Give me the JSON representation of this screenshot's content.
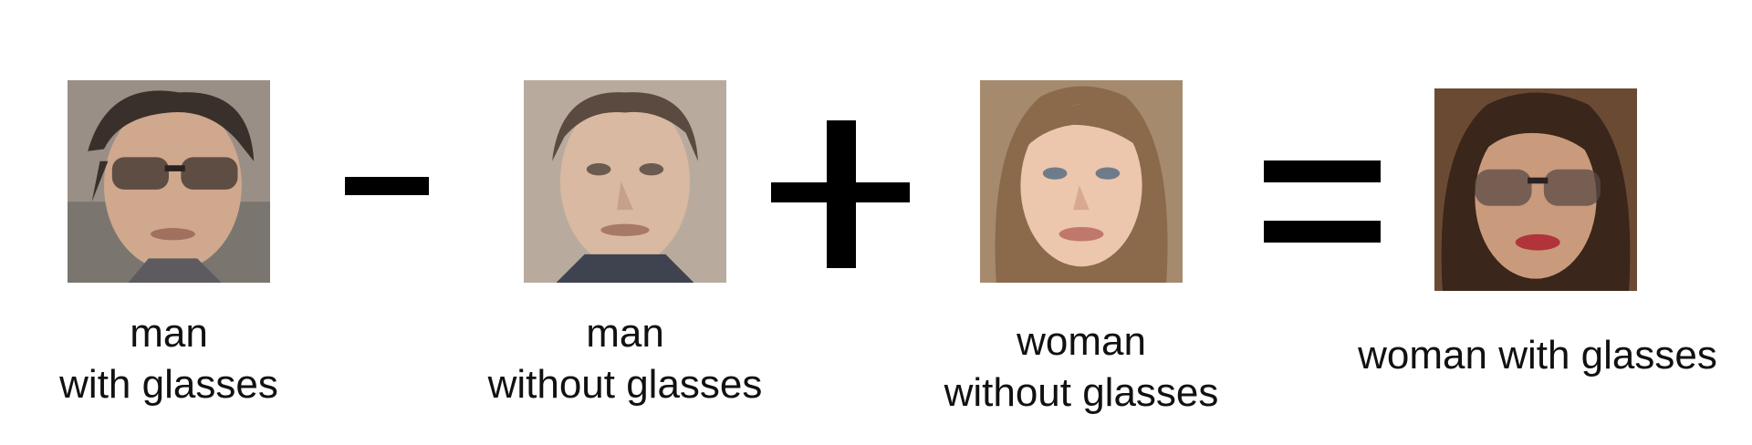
{
  "terms": [
    {
      "icon": "man-with-glasses-photo",
      "line1": "man",
      "line2": "with glasses"
    },
    {
      "icon": "man-without-glasses-photo",
      "line1": "man",
      "line2": "without glasses"
    },
    {
      "icon": "woman-without-glasses-photo",
      "line1": "woman",
      "line2": "without glasses"
    },
    {
      "icon": "woman-with-glasses-photo",
      "line1": "woman with glasses"
    }
  ],
  "operators": [
    "minus",
    "plus",
    "equals"
  ]
}
